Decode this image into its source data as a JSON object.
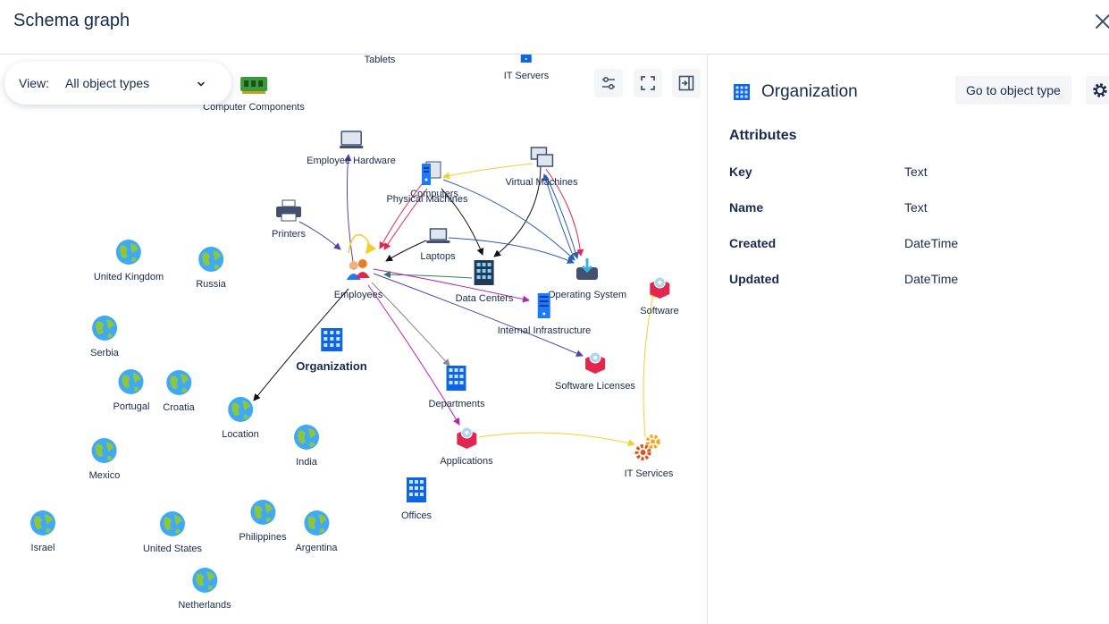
{
  "header": {
    "title": "Schema graph"
  },
  "view": {
    "label": "View:",
    "selected": "All object types"
  },
  "nodes": {
    "tablets": "Tablets",
    "it_servers": "IT Servers",
    "computer_components": "Computer Components",
    "employee_hardware": "Employee Hardware",
    "computers": "Computers",
    "physical_machines": "Physical Machines",
    "virtual_machines": "Virtual Machines",
    "printers": "Printers",
    "laptops": "Laptops",
    "employees": "Employees",
    "data_centers": "Data Centers",
    "operating_system": "Operating System",
    "software": "Software",
    "internal_infrastructure": "Internal Infrastructure",
    "organization": "Organization",
    "software_licenses": "Software Licenses",
    "departments": "Departments",
    "location": "Location",
    "applications": "Applications",
    "it_services": "IT Services",
    "offices": "Offices",
    "united_kingdom": "United Kingdom",
    "russia": "Russia",
    "serbia": "Serbia",
    "portugal": "Portugal",
    "croatia": "Croatia",
    "mexico": "Mexico",
    "india": "India",
    "israel": "Israel",
    "united_states": "United States",
    "philippines": "Philippines",
    "argentina": "Argentina",
    "netherlands": "Netherlands"
  },
  "panel": {
    "title": "Organization",
    "goto_label": "Go to object type",
    "attributes_heading": "Attributes",
    "attributes": [
      {
        "key": "Key",
        "type": "Text"
      },
      {
        "key": "Name",
        "type": "Text"
      },
      {
        "key": "Created",
        "type": "DateTime"
      },
      {
        "key": "Updated",
        "type": "DateTime"
      }
    ]
  },
  "colors": {
    "accent": "#0065ff",
    "globe": "#3fa9f5",
    "land": "#8cc63f"
  }
}
